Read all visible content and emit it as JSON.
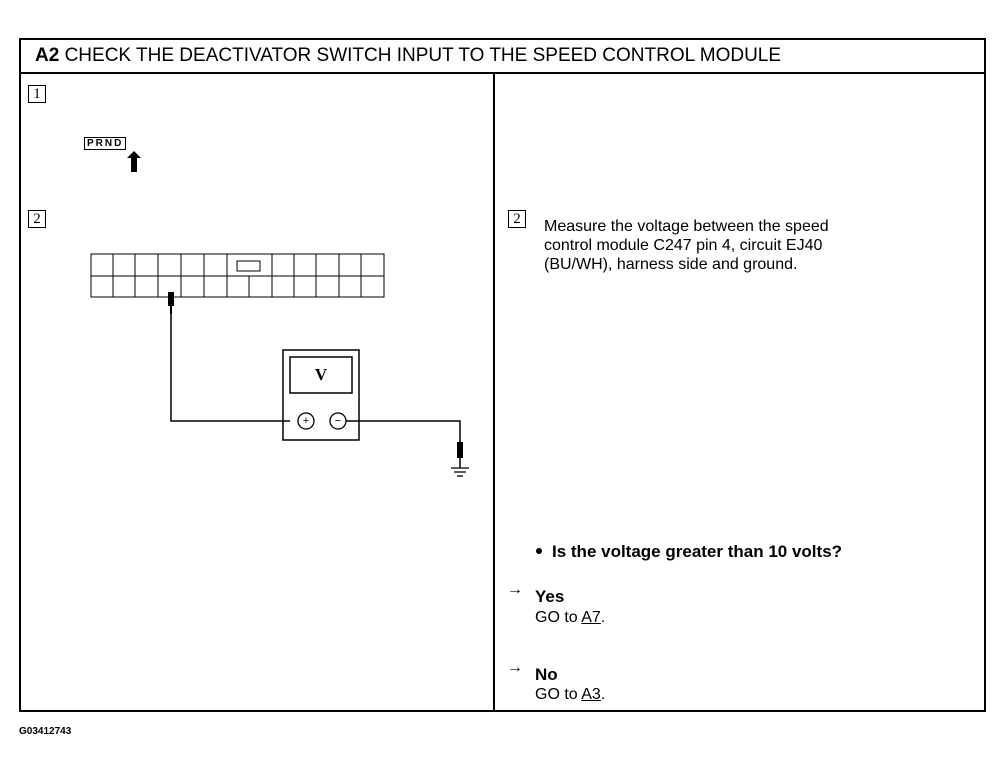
{
  "header": {
    "step_id": "A2",
    "title": "CHECK THE DEACTIVATOR SWITCH INPUT TO THE SPEED CONTROL MODULE"
  },
  "steps": [
    {
      "number": "1"
    },
    {
      "number": "2"
    }
  ],
  "left": {
    "gear_indicator": "PRND",
    "meter_label": "V",
    "plus_symbol": "+",
    "minus_symbol": "−"
  },
  "right": {
    "step_number": "2",
    "instruction_lines": [
      "Measure the voltage between the speed",
      "control module C247 pin 4, circuit EJ40",
      "(BU/WH), harness side and ground."
    ],
    "question": "Is the voltage greater than 10 volts?",
    "answers": [
      {
        "arrow": "→",
        "label": "Yes",
        "prefix": "GO to ",
        "link": "A7",
        "suffix": "."
      },
      {
        "arrow": "→",
        "label": "No",
        "prefix": "GO to ",
        "link": "A3",
        "suffix": "."
      }
    ]
  },
  "figure_id": "G03412743"
}
